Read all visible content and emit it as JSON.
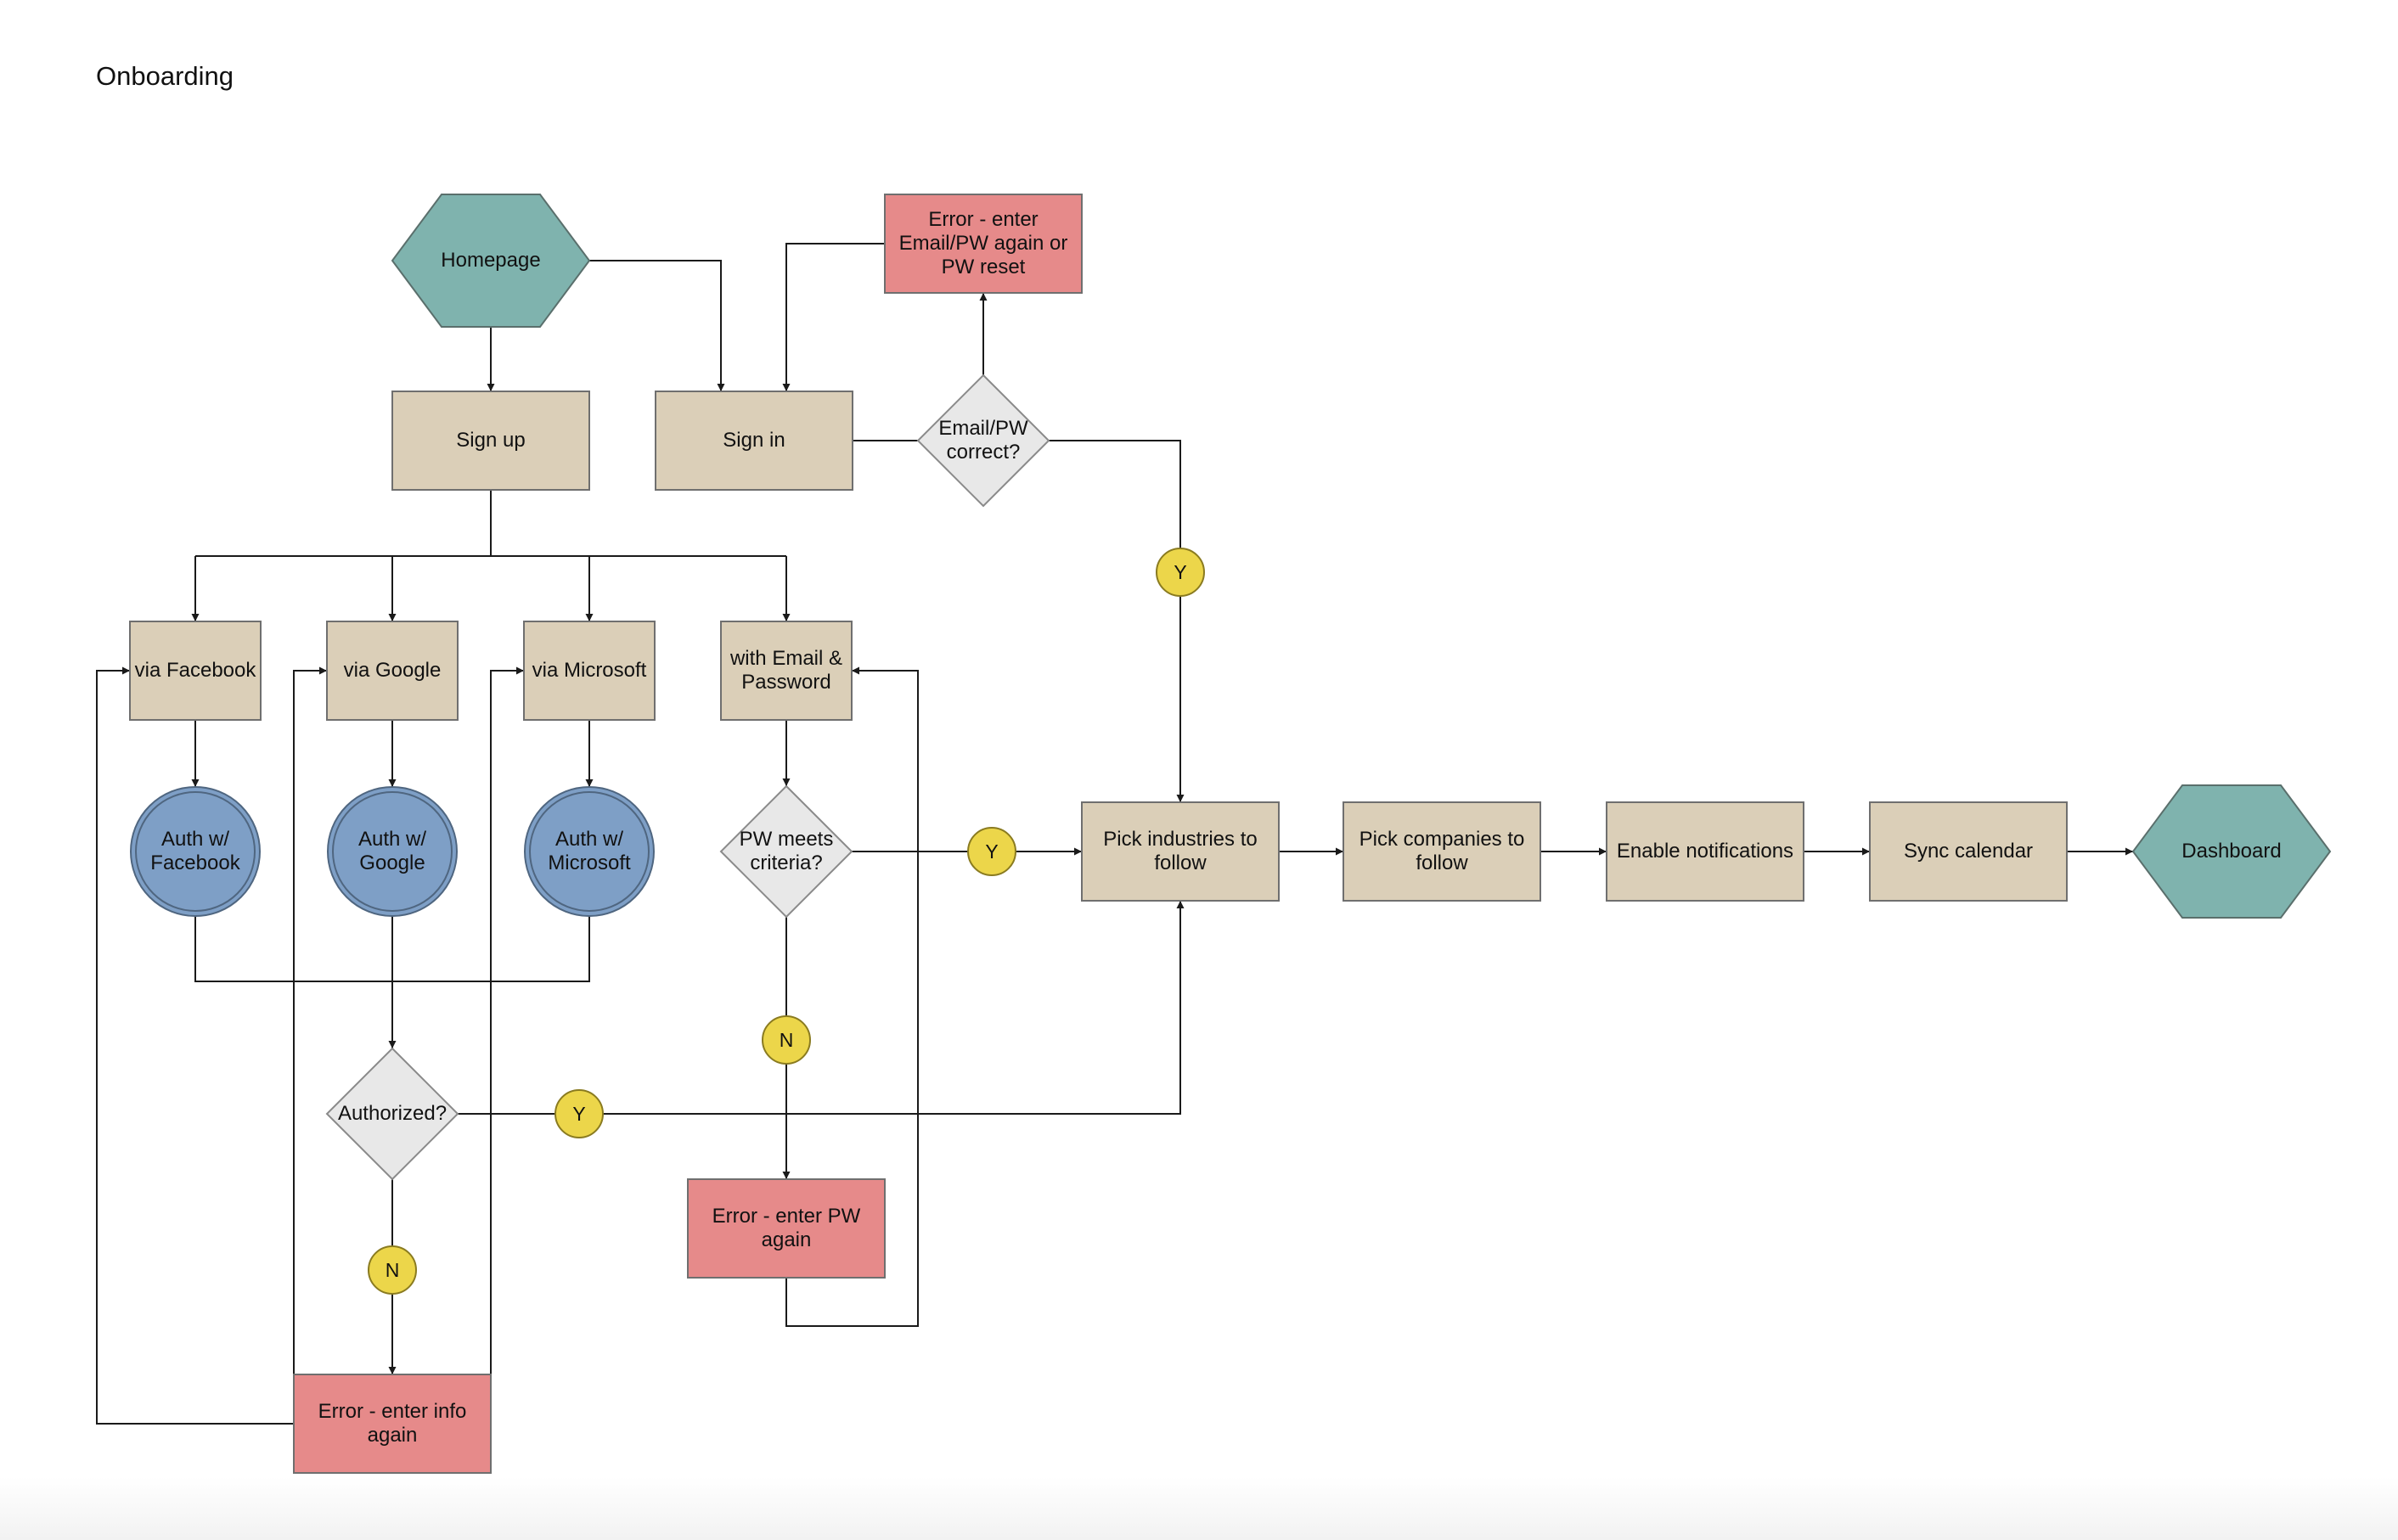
{
  "page": {
    "title": "Onboarding"
  },
  "colors": {
    "terminal": "#7fb3ae",
    "process": "#dbcfb8",
    "auth": "#7e9fc6",
    "error": "#e68a8a",
    "decision": "#e8e8e8",
    "badge": "#ecd64a",
    "line": "#1a1a1a"
  },
  "nodes": {
    "homepage": "Homepage",
    "signup": "Sign up",
    "signin": "Sign in",
    "error_signin": "Error - enter\nEmail/PW again or\nPW reset",
    "email_pw_correct": "Email/PW\ncorrect?",
    "via_facebook": "via Facebook",
    "via_google": "via Google",
    "via_microsoft": "via Microsoft",
    "with_email": "with Email &\nPassword",
    "auth_facebook": "Auth w/\nFacebook",
    "auth_google": "Auth w/\nGoogle",
    "auth_microsoft": "Auth w/\nMicrosoft",
    "pw_meets": "PW meets\ncriteria?",
    "pick_industries": "Pick industries to\nfollow",
    "pick_companies": "Pick companies to\nfollow",
    "enable_notifications": "Enable notifications",
    "sync_calendar": "Sync calendar",
    "dashboard": "Dashboard",
    "authorized": "Authorized?",
    "error_pw": "Error - enter PW\nagain",
    "error_info": "Error - enter info\nagain"
  },
  "badges": {
    "yes_signin": "Y",
    "yes_pw": "Y",
    "no_pw": "N",
    "yes_auth": "Y",
    "no_auth": "N"
  }
}
